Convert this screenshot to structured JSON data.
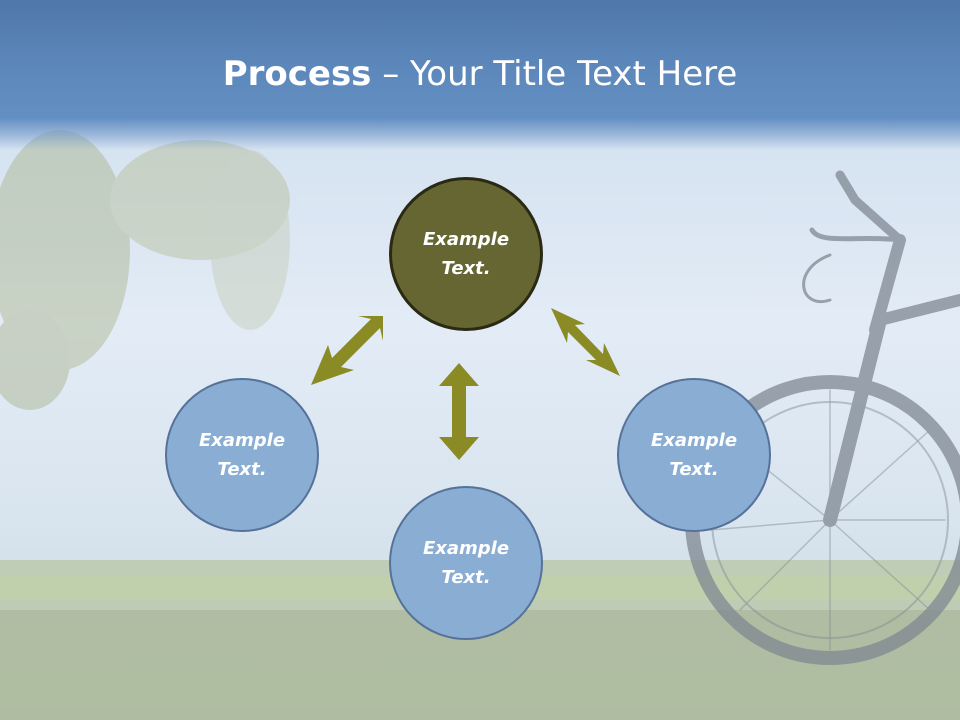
{
  "slide": {
    "title_bold": "Process",
    "title_rest": " – Your Title Text Here"
  },
  "nodes": [
    {
      "id": "top",
      "label": "Example Text.",
      "color": "#666633"
    },
    {
      "id": "left",
      "label": "Example Text.",
      "color": "#8aadd4"
    },
    {
      "id": "right",
      "label": "Example Text.",
      "color": "#8aadd4"
    },
    {
      "id": "bottom",
      "label": "Example Text.",
      "color": "#8aadd4"
    }
  ],
  "arrows": [
    {
      "from": "left",
      "to": "top",
      "type": "double-headed"
    },
    {
      "from": "top",
      "to": "right",
      "type": "double-headed"
    },
    {
      "from": "center",
      "to": "bottom",
      "type": "double-headed",
      "direction": "vertical"
    }
  ],
  "colors": {
    "title_bar": "#5b86ba",
    "arrow": "#8b8b26",
    "node_fill": "#8aadd4",
    "node_focus_fill": "#666633"
  }
}
